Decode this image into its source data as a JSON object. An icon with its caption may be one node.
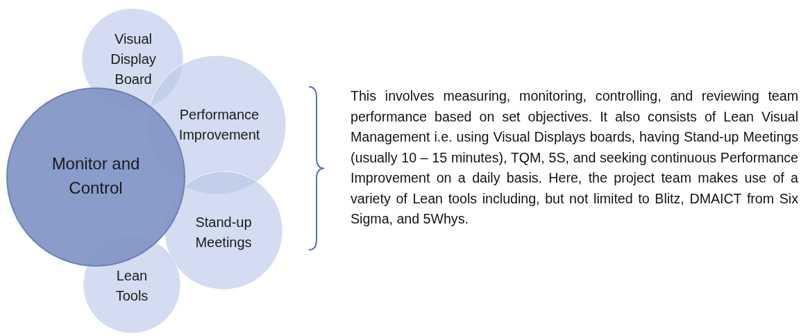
{
  "diagram": {
    "nodes": [
      {
        "text": [
          "Visual Display Board"
        ]
      },
      {
        "text": [
          "Performance Improvement"
        ]
      },
      {
        "text": [
          "Monitor and Control"
        ]
      },
      {
        "text": [
          "Stand-up Meetings"
        ]
      },
      {
        "text": [
          "Lean Tools"
        ]
      }
    ],
    "labels": [
      "This involves measuring, monitoring, controlling, and reviewing team performance based on set objectives. It also consists of Lean Visual Management i.e. using Visual Displays boards, having Stand-up Meetings (usually 10 – 15 minutes), TQM, 5S, and seeking continuous Performance Improvement on a daily basis. Here, the project team makes use of a variety of Lean tools including, but not limited to Blitz, DMAICT from Six Sigma, and 5Whys."
    ]
  }
}
